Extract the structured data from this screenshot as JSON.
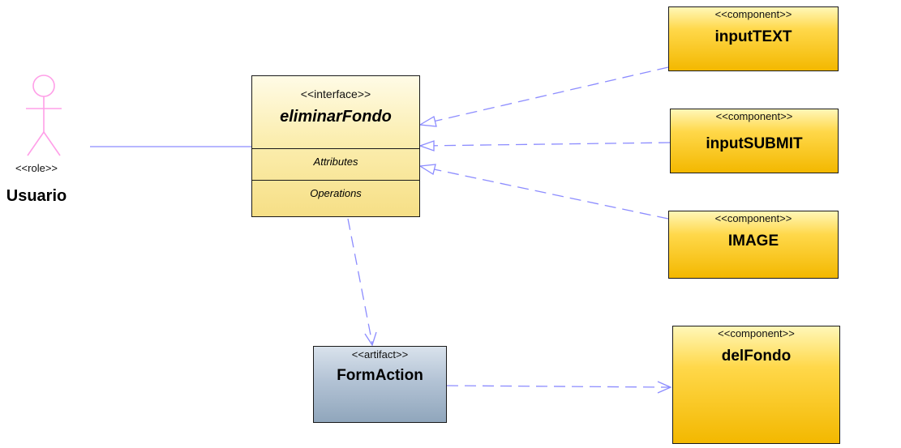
{
  "actor": {
    "stereotype": "<<role>>",
    "name": "Usuario"
  },
  "interface": {
    "stereotype": "<<interface>>",
    "name": "eliminarFondo",
    "sections": [
      "Attributes",
      "Operations"
    ]
  },
  "components": [
    {
      "stereotype": "<<component>>",
      "name": "inputTEXT"
    },
    {
      "stereotype": "<<component>>",
      "name": "inputSUBMIT"
    },
    {
      "stereotype": "<<component>>",
      "name": "IMAGE"
    },
    {
      "stereotype": "<<component>>",
      "name": "delFondo"
    }
  ],
  "artifact": {
    "stereotype": "<<artifact>>",
    "name": "FormAction"
  },
  "colors": {
    "actor": "#ff9fe8",
    "connector": "#8c8cff",
    "component_fill": "#ffd84a",
    "interface_fill": "#fbeeb0",
    "artifact_fill": "#b3c3d5"
  }
}
